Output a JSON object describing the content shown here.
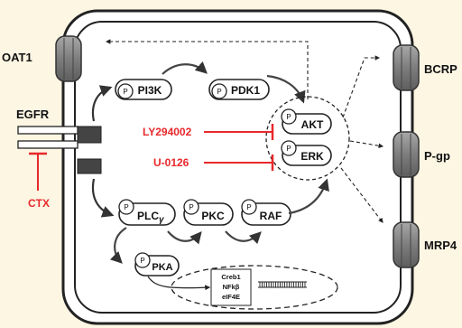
{
  "transporters": {
    "oat1": "OAT1",
    "bcrp": "BCRP",
    "pgp": "P-gp",
    "mrp4": "MRP4"
  },
  "receptor": {
    "egfr": "EGFR",
    "ctx": "CTX"
  },
  "kinases": {
    "pi3k": "PI3K",
    "pdk1": "PDK1",
    "akt": "AKT",
    "erk": "ERK",
    "plc_prefix": "PLC",
    "plc_sub": "γ",
    "pkc": "PKC",
    "raf": "RAF",
    "pka": "PKA",
    "phospho": "P"
  },
  "inhibitors": {
    "ly": "LY294002",
    "u0126": "U-0126"
  },
  "nucleus": {
    "factors": [
      "Creb1",
      "NFkβ",
      "eIF4E"
    ]
  },
  "colors": {
    "background": "#fdf6e3",
    "inhibitor": "#e8282b",
    "membrane": "#222222",
    "transporter_fill": "#8c8c8c"
  }
}
